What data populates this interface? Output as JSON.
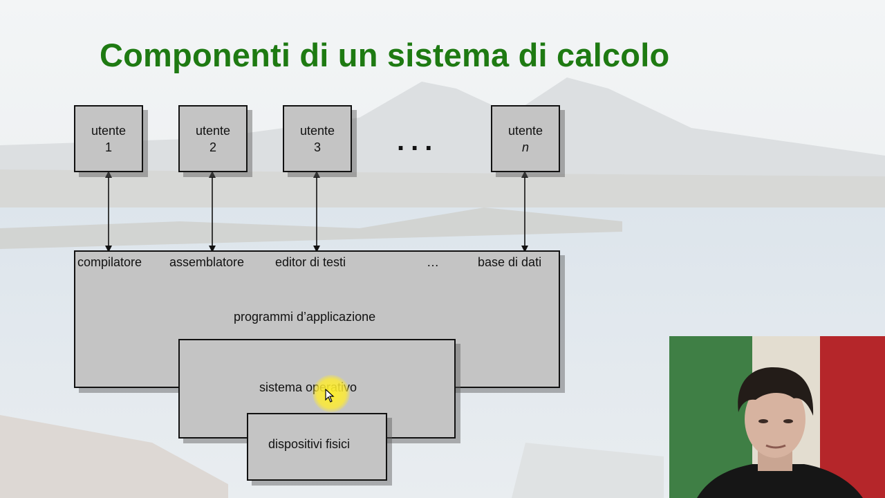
{
  "slide": {
    "title": "Componenti di un sistema di calcolo"
  },
  "users": [
    {
      "line1": "utente",
      "line2": "1"
    },
    {
      "line1": "utente",
      "line2": "2"
    },
    {
      "line1": "utente",
      "line2": "3"
    },
    {
      "line1": "utente",
      "line2": "n"
    }
  ],
  "ellipsis_top": "...",
  "programs": {
    "items": [
      "compilatore",
      "assemblatore",
      "editor di testi",
      "…",
      "base di dati"
    ],
    "label": "programmi d’applicazione"
  },
  "os": {
    "label": "sistema operativo"
  },
  "hardware": {
    "label": "dispositivi fisici"
  },
  "colors": {
    "title": "#1e7a12",
    "box_fill": "#c4c4c4",
    "box_border": "#111111",
    "cursor_highlight": "#ffee33"
  }
}
